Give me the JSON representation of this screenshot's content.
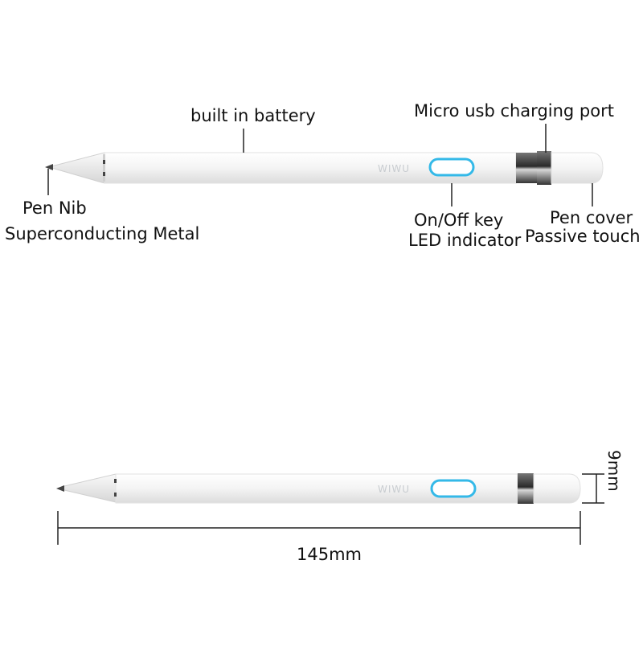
{
  "labels": {
    "built_in_battery": "built in battery",
    "micro_usb": "Micro usb charging port",
    "pen_nib": "Pen Nib",
    "superconducting_metal": "Superconducting Metal",
    "on_off_key": "On/Off key",
    "led_indicator": "LED indicator",
    "pen_cover": "Pen cover",
    "passive_touch": "Passive touch"
  },
  "dimensions": {
    "length": "145mm",
    "diameter": "9mm"
  },
  "brand_mark": "WIWU",
  "colors": {
    "led_ring": "#34b9e8",
    "metal_band": "#3a3a3a",
    "pen_body": "#f7f7f7",
    "leader_line": "#222222"
  }
}
